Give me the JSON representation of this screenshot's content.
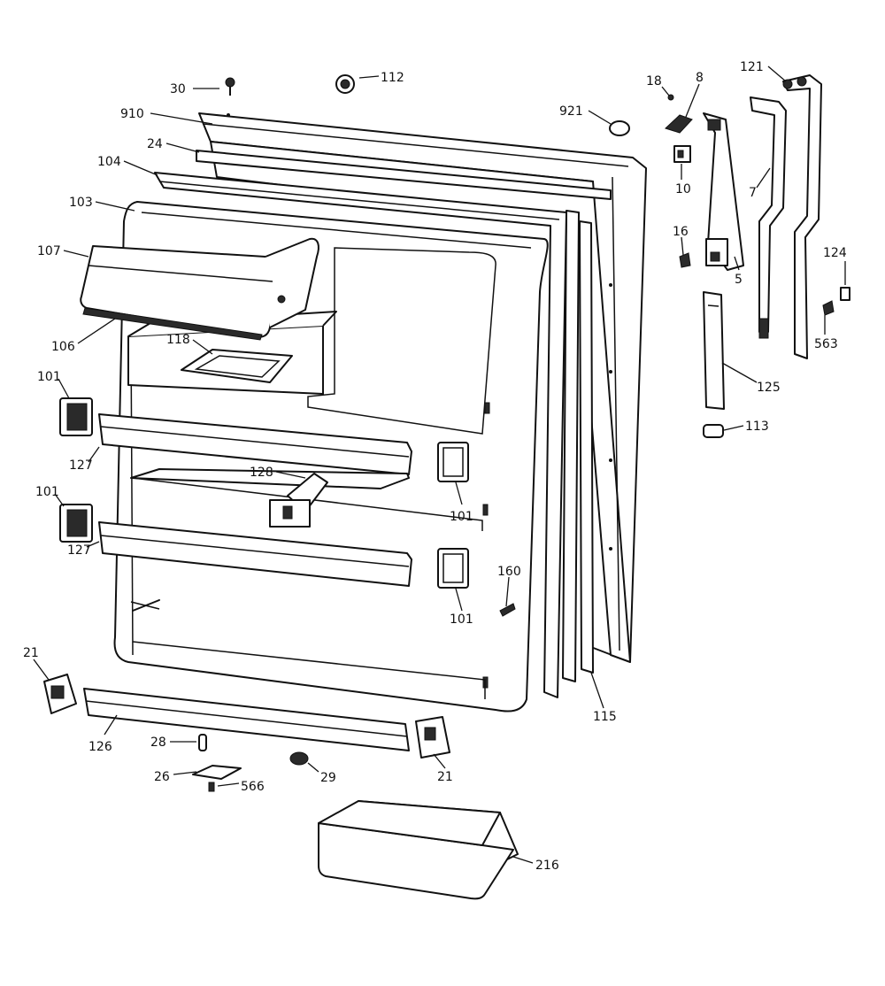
{
  "diagram": {
    "callouts": {
      "c30": "30",
      "c112": "112",
      "c910": "910",
      "c24": "24",
      "c104": "104",
      "c103": "103",
      "c107": "107",
      "c106": "106",
      "c118": "118",
      "c101a": "101",
      "c127a": "127",
      "c128": "128",
      "c101b": "101",
      "c101c": "101",
      "c127b": "127",
      "c101d": "101",
      "c21a": "21",
      "c126": "126",
      "c28": "28",
      "c26": "26",
      "c566": "566",
      "c29": "29",
      "c21b": "21",
      "c216": "216",
      "c160": "160",
      "c115": "115",
      "c921": "921",
      "c18": "18",
      "c8": "8",
      "c10": "10",
      "c16": "16",
      "c5": "5",
      "c121": "121",
      "c7": "7",
      "c124": "124",
      "c563": "563",
      "c125": "125",
      "c113": "113"
    }
  }
}
